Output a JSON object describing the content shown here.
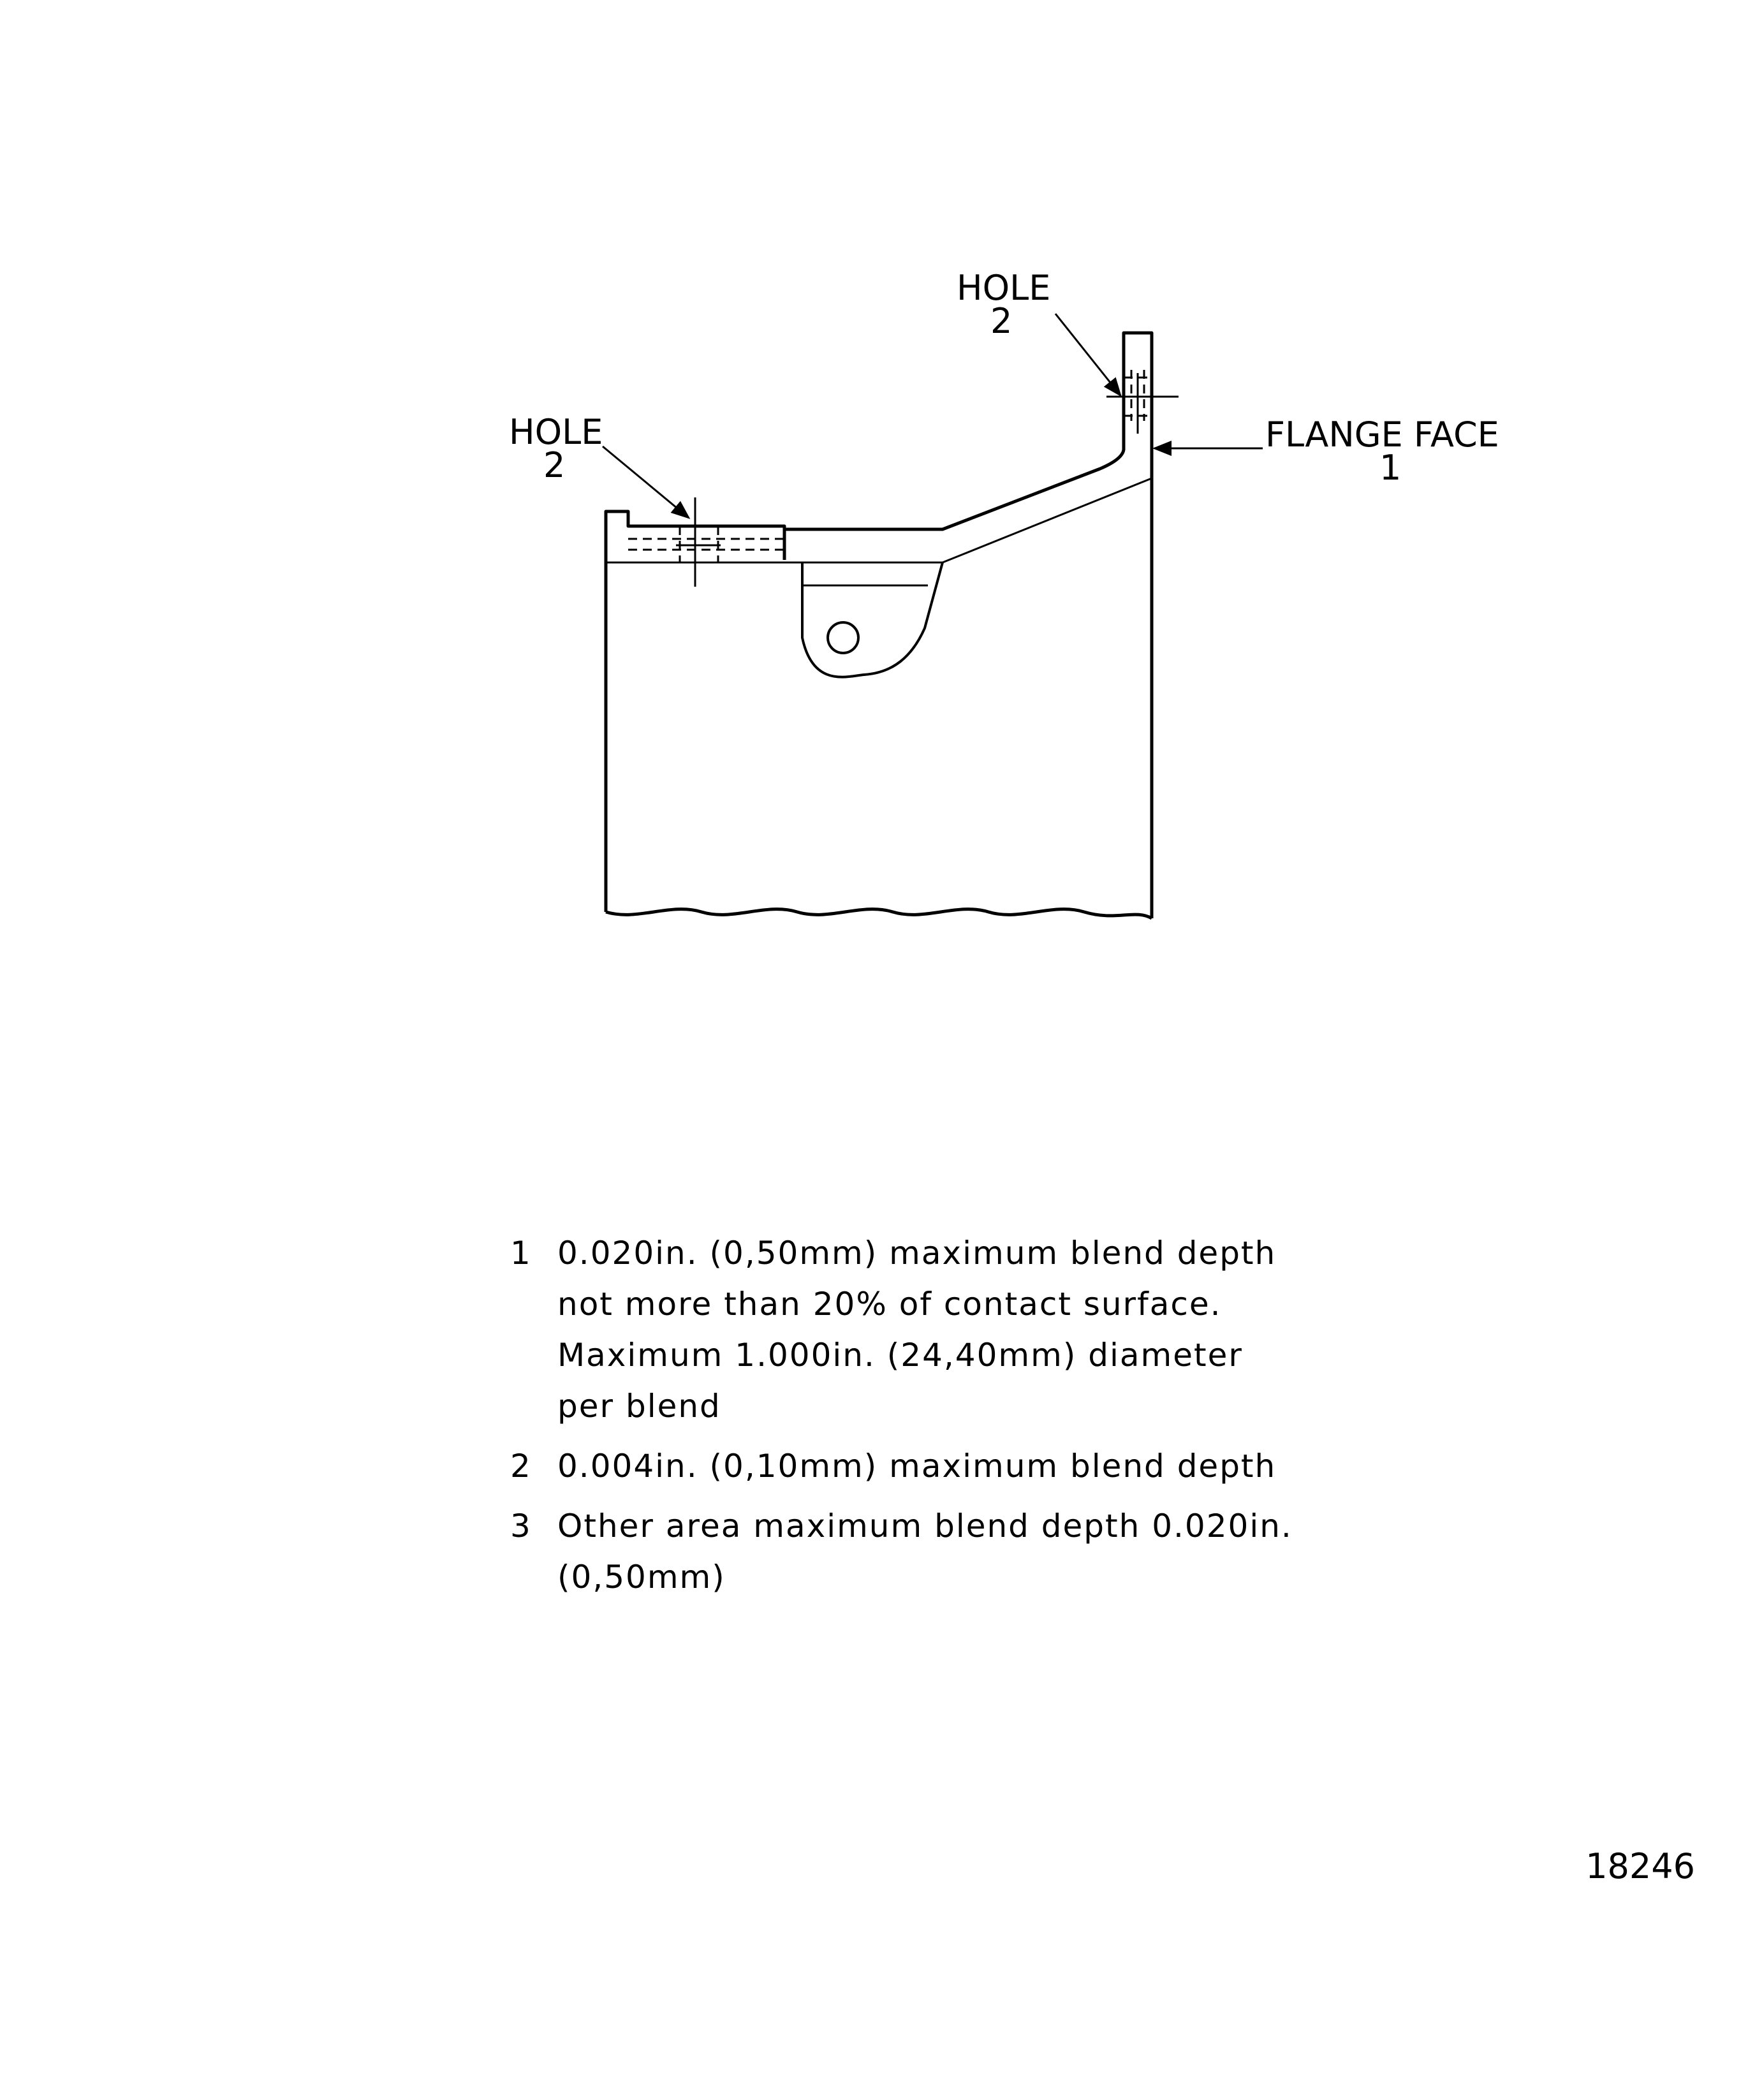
{
  "labels": {
    "hole_upper": {
      "title": "HOLE",
      "number": "2"
    },
    "hole_left": {
      "title": "HOLE",
      "number": "2"
    },
    "flange_face": {
      "title": "FLANGE FACE",
      "number": "1"
    }
  },
  "notes": [
    {
      "number": "1",
      "lines": [
        "0.020in. (0,50mm) maximum blend depth",
        "not more than 20% of contact surface.",
        "Maximum 1.000in. (24,40mm) diameter",
        "per blend"
      ]
    },
    {
      "number": "2",
      "lines": [
        "0.004in. (0,10mm) maximum blend depth"
      ]
    },
    {
      "number": "3",
      "lines": [
        "Other area maximum blend depth 0.020in.",
        "(0,50mm)"
      ]
    }
  ],
  "figure_id": "18246"
}
